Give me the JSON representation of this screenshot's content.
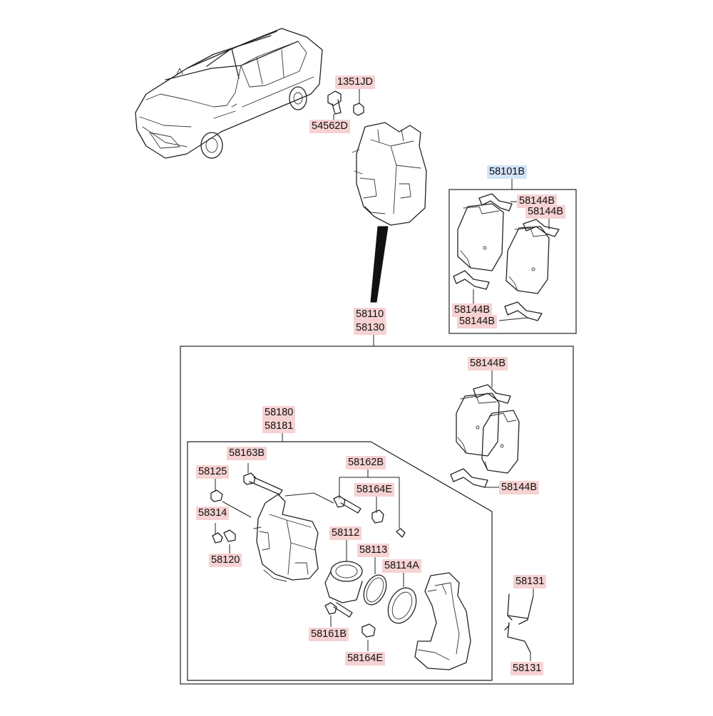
{
  "colors": {
    "label_bg": "#f6d2d2",
    "label_bg_highlight": "#d3e2f6",
    "line": "#222222"
  },
  "icons": {
    "car": "car-illustration-icon",
    "caliper": "brake-caliper-icon",
    "pad": "brake-pad-icon",
    "clip": "pad-clip-icon",
    "bolt": "bolt-icon",
    "piston": "piston-icon",
    "seal": "seal-ring-icon",
    "bracket": "caliper-bracket-icon",
    "spring": "anti-rattle-spring-icon"
  },
  "labels": {
    "l1351jd": "1351JD",
    "l54562d": "54562D",
    "l58101b": "58101B",
    "l58144b_k1": "58144B",
    "l58144b_k2": "58144B",
    "l58144b_k3": "58144B",
    "l58144b_k4": "58144B",
    "l58110": "58110",
    "l58130": "58130",
    "l58144b_a1": "58144B",
    "l58144b_a2": "58144B",
    "l58180": "58180",
    "l58181": "58181",
    "l58163b": "58163B",
    "l58162b": "58162B",
    "l58125": "58125",
    "l58164e_1": "58164E",
    "l58314": "58314",
    "l58112": "58112",
    "l58113": "58113",
    "l58114a": "58114A",
    "l58120": "58120",
    "l58131_1": "58131",
    "l58161b": "58161B",
    "l58164e_2": "58164E",
    "l58131_2": "58131"
  }
}
